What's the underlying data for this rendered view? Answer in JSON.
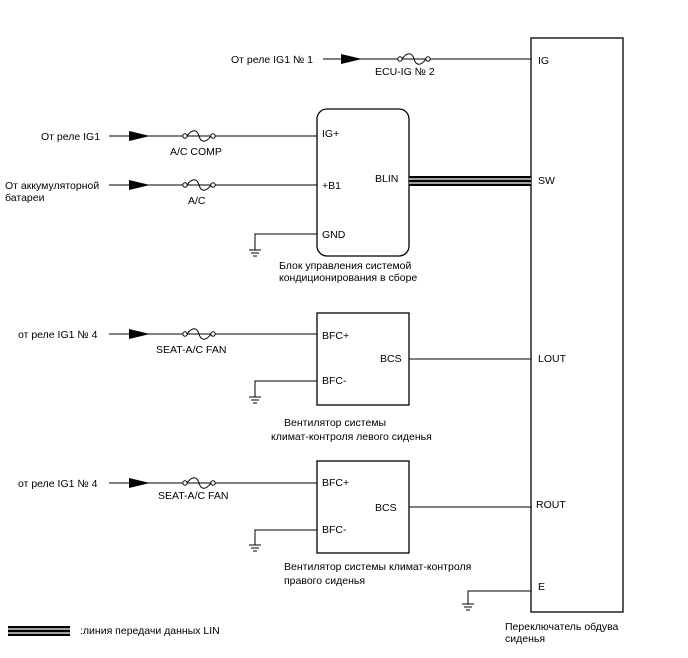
{
  "ig_feed": {
    "source": "От реле IG1 № 1",
    "fuse": "ECU-IG № 2"
  },
  "ac_unit": {
    "source_ig": "От реле IG1",
    "fuse_ig": "A/C COMP",
    "source_battery": [
      "От аккумуляторной",
      "батареи"
    ],
    "fuse_battery": "A/C",
    "pins": {
      "ig_plus": "IG+",
      "b1": "+B1",
      "gnd": "GND",
      "blin": "BLIN"
    },
    "caption": [
      "Блок управления системой",
      "кондиционирования в сборе"
    ]
  },
  "fan_left": {
    "source": "от реле IG1 № 4",
    "fuse": "SEAT-A/C FAN",
    "pins": {
      "bfc_plus": "BFC+",
      "bfc_minus": "BFC-",
      "bcs": "BCS"
    },
    "caption": [
      "Вентилятор системы",
      "климат-контроля левого сиденья"
    ]
  },
  "fan_right": {
    "source": "от реле IG1 № 4",
    "fuse": "SEAT-A/C FAN",
    "pins": {
      "bfc_plus": "BFC+",
      "bfc_minus": "BFC-",
      "bcs": "BCS"
    },
    "caption": [
      "Вентилятор системы климат-контроля",
      "правого сиденья"
    ]
  },
  "switch": {
    "pins": {
      "ig": "IG",
      "sw": "SW",
      "lout": "LOUT",
      "rout": "ROUT",
      "e": "E"
    },
    "caption": [
      "Переключатель обдува",
      "сиденья"
    ]
  },
  "legend": {
    "lin": ":линия передачи данных LIN"
  }
}
